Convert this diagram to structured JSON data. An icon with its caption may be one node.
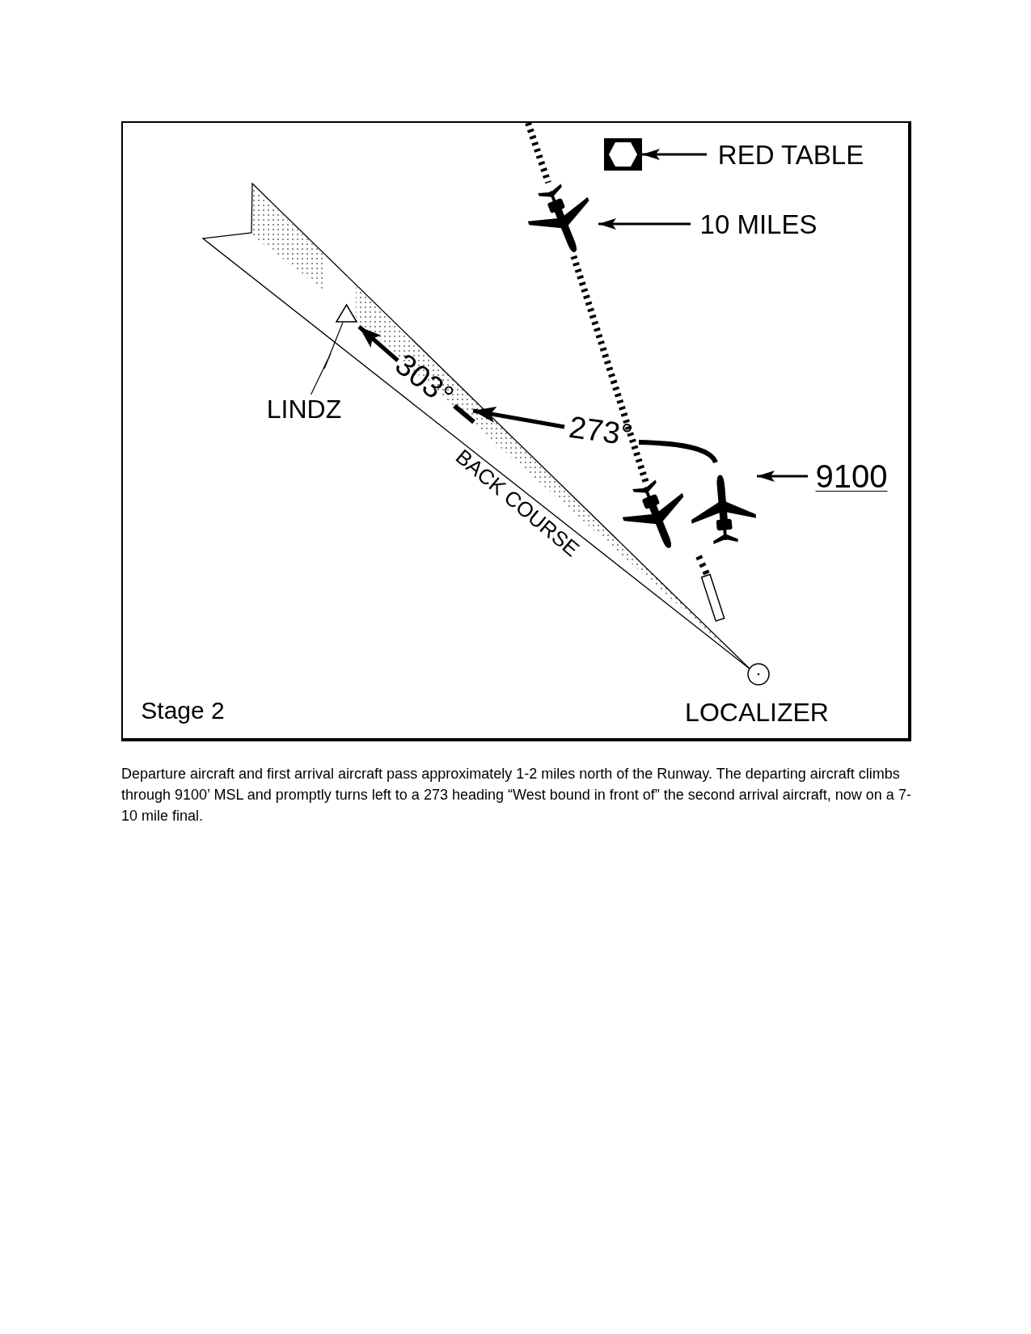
{
  "diagram": {
    "caption": "Departure aircraft and first arrival aircraft pass approximately 1-2 miles north of the Runway. The departing aircraft climbs through 9100’ MSL and promptly turns left to a 273 heading “West bound in front of” the second arrival aircraft, now on a 7-10 mile final.",
    "nodes": [
      {
        "text": [
          "RED TABLE"
        ]
      },
      {
        "text": [],
        "shape": "box"
      },
      {
        "text": [],
        "shape": "airplane"
      },
      {
        "text": [
          "10 MILES"
        ]
      },
      {
        "text": [],
        "shape": "triangle"
      },
      {
        "text": [
          "LINDZ"
        ]
      },
      {
        "text": [
          "9100"
        ]
      },
      {
        "text": [],
        "shape": "airplane"
      },
      {
        "text": [],
        "shape": "airplane"
      }
    ],
    "edges": [
      {
        "from": 0,
        "to": 1,
        "arrow": "to"
      },
      {
        "from": 3,
        "to": 2,
        "arrow": "to"
      },
      {
        "from": 5,
        "to": 4,
        "arrow": "none"
      },
      {
        "from": 6,
        "to": 8,
        "arrow": "to"
      },
      {
        "from": 2,
        "to": 7,
        "arrow": "none",
        "style": "dashed"
      }
    ],
    "labels": [
      "303°",
      "273°",
      "BACK COURSE",
      "Stage 2",
      "LOCALIZER"
    ]
  }
}
